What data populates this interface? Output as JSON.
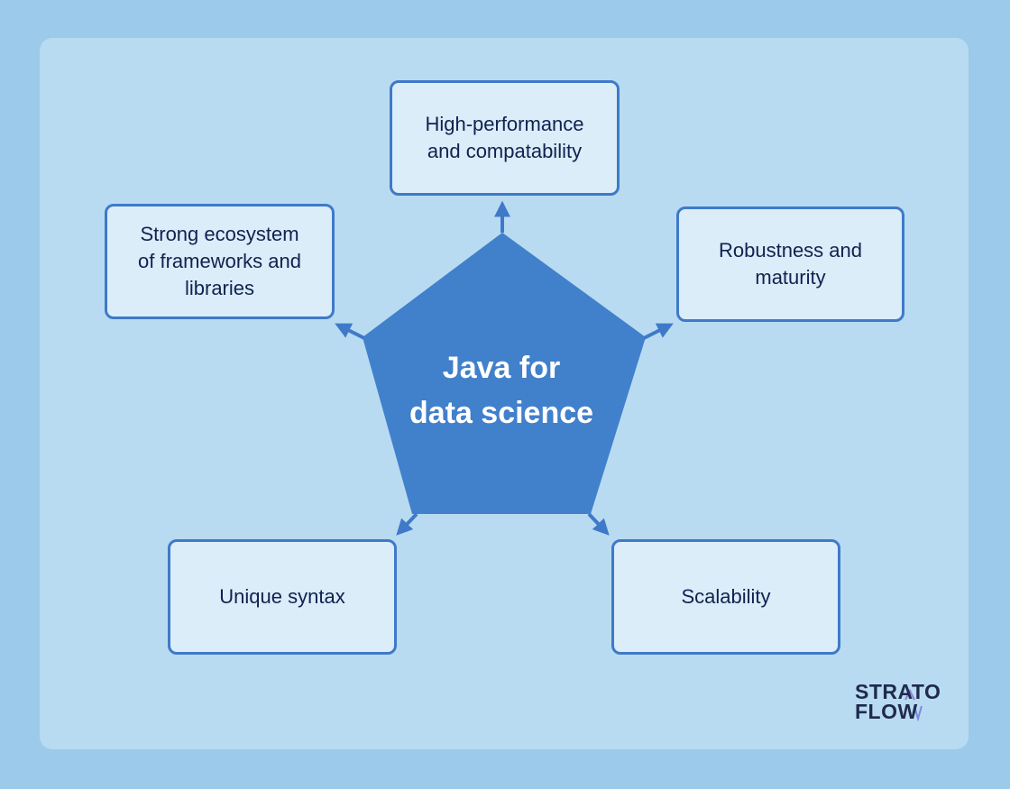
{
  "center": {
    "label": "Java for\ndata science"
  },
  "nodes": {
    "top": "High-performance\nand compatability",
    "left": "Strong ecosystem\nof frameworks and\nlibraries",
    "right": "Robustness and\nmaturity",
    "bottom_left": "Unique syntax",
    "bottom_right": "Scalability"
  },
  "logo": {
    "line1": "STRATO",
    "line2": "FLOW"
  },
  "colors": {
    "background": "#9ccaea",
    "panel": "#b8dbf1",
    "pentagon": "#4180cb",
    "node_fill": "#daedf9",
    "node_border": "#3f79c8",
    "text": "#10224f"
  }
}
